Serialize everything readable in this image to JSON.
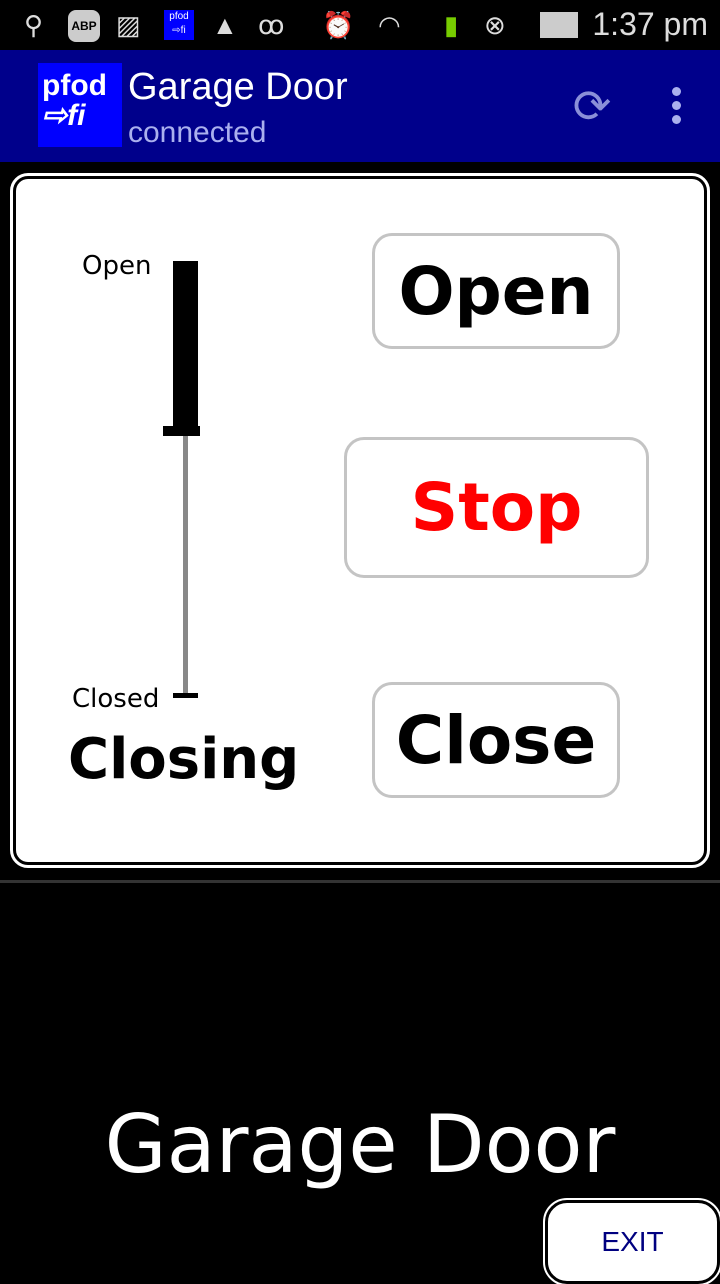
{
  "status_bar": {
    "time": "1:37 pm",
    "icons": [
      "keyhole-icon",
      "adblock-icon",
      "image-icon",
      "pfodfi-icon",
      "warning-icon",
      "glasses-icon",
      "alarm-icon",
      "wifi-icon",
      "signal-icon",
      "signal-no-sim-icon",
      "battery-icon"
    ],
    "abp": "ABP"
  },
  "app_bar": {
    "logo_top": "pfod",
    "logo_bottom": "⇨fi",
    "title": "Garage Door",
    "subtitle": "connected",
    "bg_color": "#00008b"
  },
  "slider": {
    "top_label": "Open",
    "bottom_label": "Closed",
    "level_percent": 61,
    "status_text": "Closing"
  },
  "buttons": {
    "open": "Open",
    "stop": "Stop",
    "close": "Close",
    "stop_color": "#ff0000"
  },
  "footer": {
    "title": "Garage Door",
    "exit": "EXIT"
  }
}
